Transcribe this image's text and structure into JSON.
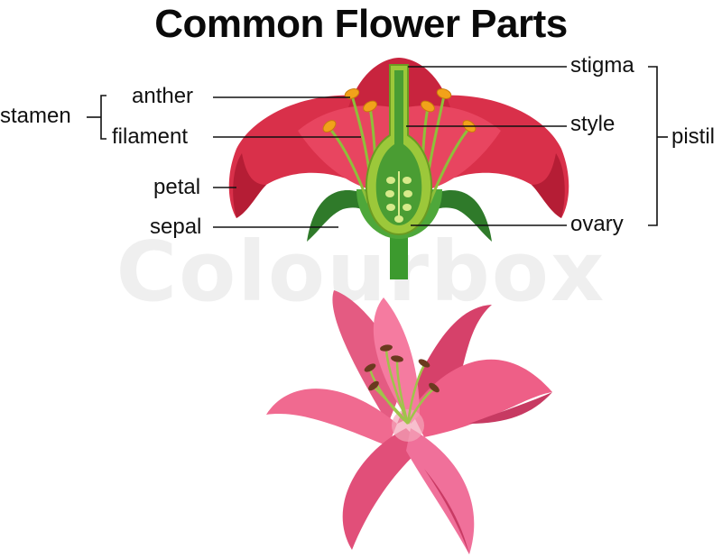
{
  "title": "Common Flower Parts",
  "labels": {
    "stamen": "stamen",
    "anther": "anther",
    "filament": "filament",
    "petal": "petal",
    "sepal": "sepal",
    "stigma": "stigma",
    "style": "style",
    "ovary": "ovary",
    "pistil": "pistil"
  },
  "watermark": "Colourbox",
  "colors": {
    "petal_red": "#e0304a",
    "petal_dark": "#b81c34",
    "sepal_green": "#2f7a2a",
    "pistil_green": "#9cc83a",
    "anther_orange": "#f2a21a",
    "lily_pink": "#f25c86",
    "text": "#111111"
  }
}
